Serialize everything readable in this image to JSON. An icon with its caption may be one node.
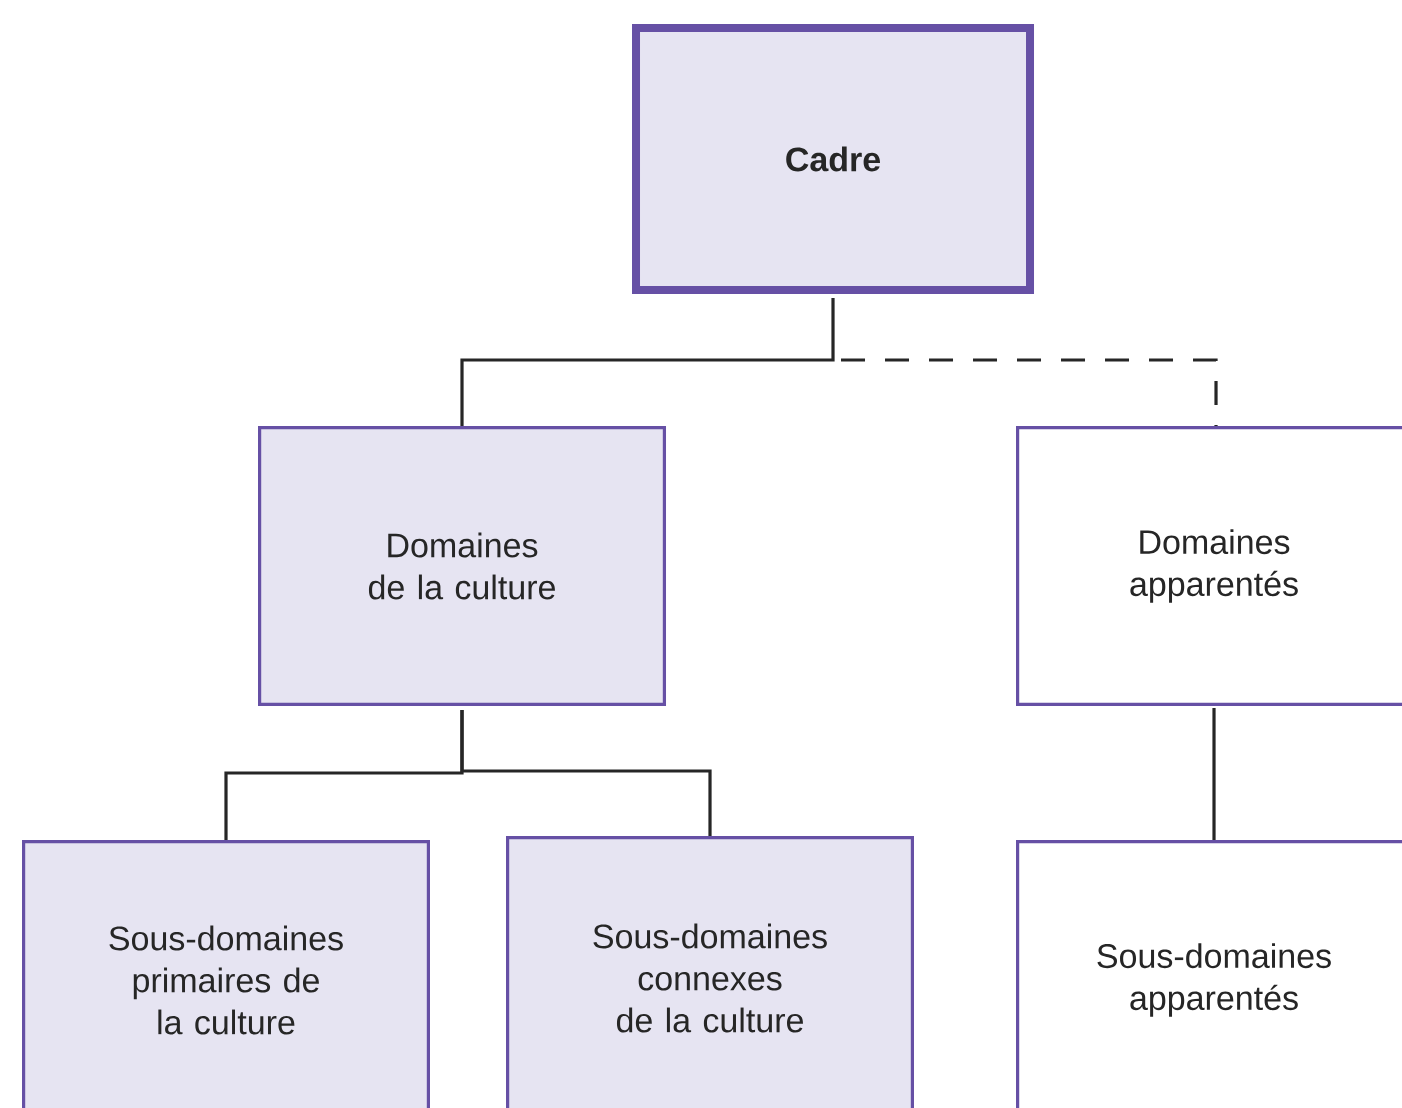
{
  "diagram": {
    "nodes": [
      {
        "text": [
          "Cadre"
        ]
      },
      {
        "text": [
          "Domaines de la culture"
        ]
      },
      {
        "text": [
          "Domaines apparentés"
        ]
      },
      {
        "text": [
          "Sous-domaines primaires de la culture"
        ]
      },
      {
        "text": [
          "Sous-domaines connexes de la culture"
        ]
      },
      {
        "text": [
          "Sous-domaines apparentés"
        ]
      }
    ],
    "edges": [
      {
        "from": 0,
        "to": 1,
        "arrow": "none"
      },
      {
        "from": 0,
        "to": 2,
        "arrow": "none",
        "style": "dashed"
      },
      {
        "from": 1,
        "to": 3,
        "arrow": "none"
      },
      {
        "from": 1,
        "to": 4,
        "arrow": "none"
      },
      {
        "from": 2,
        "to": 5,
        "arrow": "none"
      }
    ]
  }
}
